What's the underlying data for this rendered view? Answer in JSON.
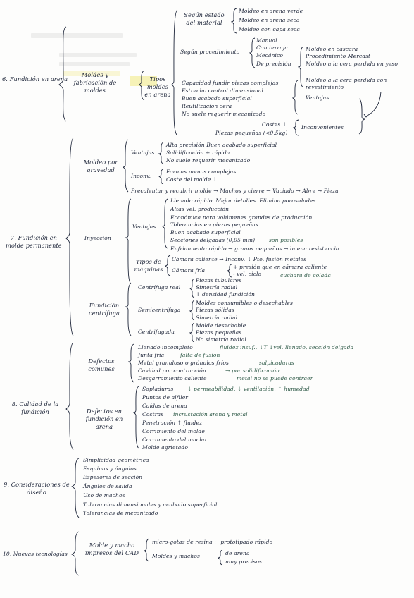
{
  "sections": {
    "s6": {
      "label": "6. Fundición en arena",
      "sub": "Moldes y fabricación de moldes",
      "tipos": "Tipos moldes en arena",
      "estado": "Según estado del material",
      "estado_items": [
        "Moldeo en arena verde",
        "Moldeo en arena seca",
        "Moldeo con capa seca"
      ],
      "proc": "Según procedimiento",
      "proc_items": [
        "Manual",
        "Con terraja",
        "Mecánico",
        "De precisión"
      ],
      "prec_items": [
        "Moldeo en cáscara",
        "Procedimiento Mercast",
        "Moldeo a la cera perdida en yeso",
        "Moldeo a la cera perdida con revestimiento"
      ],
      "lines": [
        "Capacidad fundir piezas complejas",
        "Estrecho control dimensional",
        "Buen acabado superficial",
        "Reutilización cera",
        "No suele requerir mecanizado",
        "Costes ↑",
        "Piezas pequeñas (<0,5kg)"
      ],
      "ventajas": "Ventajas",
      "inconv": "Inconvenientes"
    },
    "s7": {
      "label": "7. Fundición en molde permanente",
      "grav": "Moldeo por gravedad",
      "grav_v": "Ventajas",
      "grav_v_items": [
        "Alta precisión  Buen acabado superficial",
        "Solidificación + rápida",
        "No suele requerir mecanizado"
      ],
      "grav_i": "Inconv.",
      "grav_i_items": [
        "Formas menos complejas",
        "Coste del molde ↑"
      ],
      "process": "Precalentar y recubrir molde → Machos y cierre → Vaciado → Abre → Pieza",
      "iny": "Inyección",
      "iny_v": "Ventajas",
      "iny_v_items": [
        "Llenado rápido. Mejor detalles. Elimina porosidades",
        "Altas vel. producción",
        "Económica para volúmenes grandes de producción",
        "Tolerancias en piezas pequeñas",
        "Buen acabado superficial",
        "Secciones delgadas (0,05 mm)",
        "Enfriamiento rápido → granos pequeños → buena resistencia"
      ],
      "iny_v_note": "son posibles",
      "tipos_maq": "Tipos de máquinas",
      "cam_cal": "Cámara caliente → Inconv. ↓ Pto. fusión metales",
      "cam_fria": "Cámara fría",
      "cam_fria_items": [
        "+ presión que en cámara caliente",
        "- vel. ciclo"
      ],
      "cuchara": "cuchara de colada",
      "centri": "Fundición centrífuga",
      "real": "Centrífuga real",
      "real_items": [
        "Piezas tubulares",
        "Simetría radial",
        "↑ densidad fundición"
      ],
      "semi": "Semicentrífuga",
      "semi_items": [
        "Moldes consumibles o desechables",
        "Piezas sólidas",
        "Simetría radial"
      ],
      "cfgd": "Centrifugada",
      "cfgd_items": [
        "Molde desechable",
        "Piezas pequeñas",
        "No simetría radial"
      ]
    },
    "s8": {
      "label": "8. Calidad de la fundición",
      "comunes": "Defectos comunes",
      "comunes_items": [
        "Llenado incompleto",
        "Junta fría",
        "Metal granuloso o gránulos fríos",
        "Cavidad por contracción",
        "Desgarramiento caliente"
      ],
      "comunes_notes": [
        "fluidez insuf., ↓T ↓vel. llenado, sección delgada",
        "falta de fusión",
        "salpicaduras",
        "→ por solidificación",
        "metal no se puede contraer"
      ],
      "arena": "Defectos en fundición en arena",
      "arena_items": [
        "Sopladuras",
        "Puntos de alfiler",
        "Caídas de arena",
        "Costras",
        "Penetración ↑ fluidez",
        "Corrimiento del molde",
        "Corrimiento del macho",
        "Molde agrietado"
      ],
      "sopl_note": "↓ permeabilidad, ↓ ventilación, ↑ humedad",
      "costras_note": "incrustación arena y metal"
    },
    "s9": {
      "label": "9. Consideraciones de diseño",
      "items": [
        "Simplicidad geométrica",
        "Esquinas y ángulos",
        "Espesores de sección",
        "Ángulos de salida",
        "Uso de machos",
        "Tolerancias dimensionales y acabado superficial",
        "Tolerancias de mecanizado"
      ]
    },
    "s10": {
      "label": "10. Nuevas tecnologías",
      "sub": "Molde y macho impresos del CAD",
      "l1": "micro-gotas de resina ← prototipado rápido",
      "l2": "Moldes y machos",
      "l2_items": [
        "de arena",
        "muy precisos"
      ]
    }
  }
}
